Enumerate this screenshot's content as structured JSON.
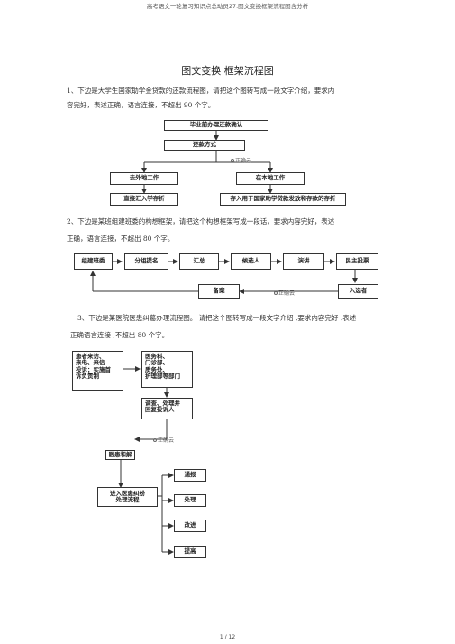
{
  "header": {
    "text": "高考语文一轮复习知识点总动员27.图文变换框架流程图含分析"
  },
  "title": "图文变换    框架流程图",
  "q1": {
    "line1": "1、下边是大学生国家助学金贷款的还款流程图，请把这个图转写成一段文字介绍，要求内",
    "line2": "容完好，表述正确，语言连接，不超出        90 个字。",
    "boxes": {
      "top": "毕业前办理还款确认",
      "mid": "还款方式",
      "left1": "去外地工作",
      "right1": "在本地工作",
      "left2": "直接汇入学存折",
      "right2": "存入用于国家助学贷款发放和存款的存折"
    },
    "watermark": "正确云"
  },
  "q2": {
    "line1": "2、下边是某班组建班委的构想框架，请把这个构想框架写成一段话，要求内容完好，表述",
    "line2": "正确，语言连接，不超出      80 个字。",
    "boxes": [
      "组建班委",
      "分组提名",
      "汇总",
      "候选人",
      "演讲",
      "民主投票",
      "入选者",
      "备案"
    ],
    "watermark": "正确云"
  },
  "q3": {
    "line1": "3、下边是某医院医患纠葛办理流程图。      请把这个图转写成一段文字介绍 ,要求内容完好 ,表述",
    "line2": "正确语言连接 ,不超出  80 个字。",
    "boxes": {
      "patient": "患者来访、\n来电、来信\n投诉；实施首\n诉负责制",
      "dept": "医务科、\n门诊部、\n质务处、\n护理部等部门",
      "handle": "调查、处理并\n回复投诉人",
      "mediate": "医患和解",
      "process": "进入医患纠纷\n处理流程",
      "opts": [
        "通报",
        "处理",
        "改进",
        "提高"
      ]
    },
    "watermark": "正确云"
  },
  "footer": {
    "page": "1 / 12"
  }
}
